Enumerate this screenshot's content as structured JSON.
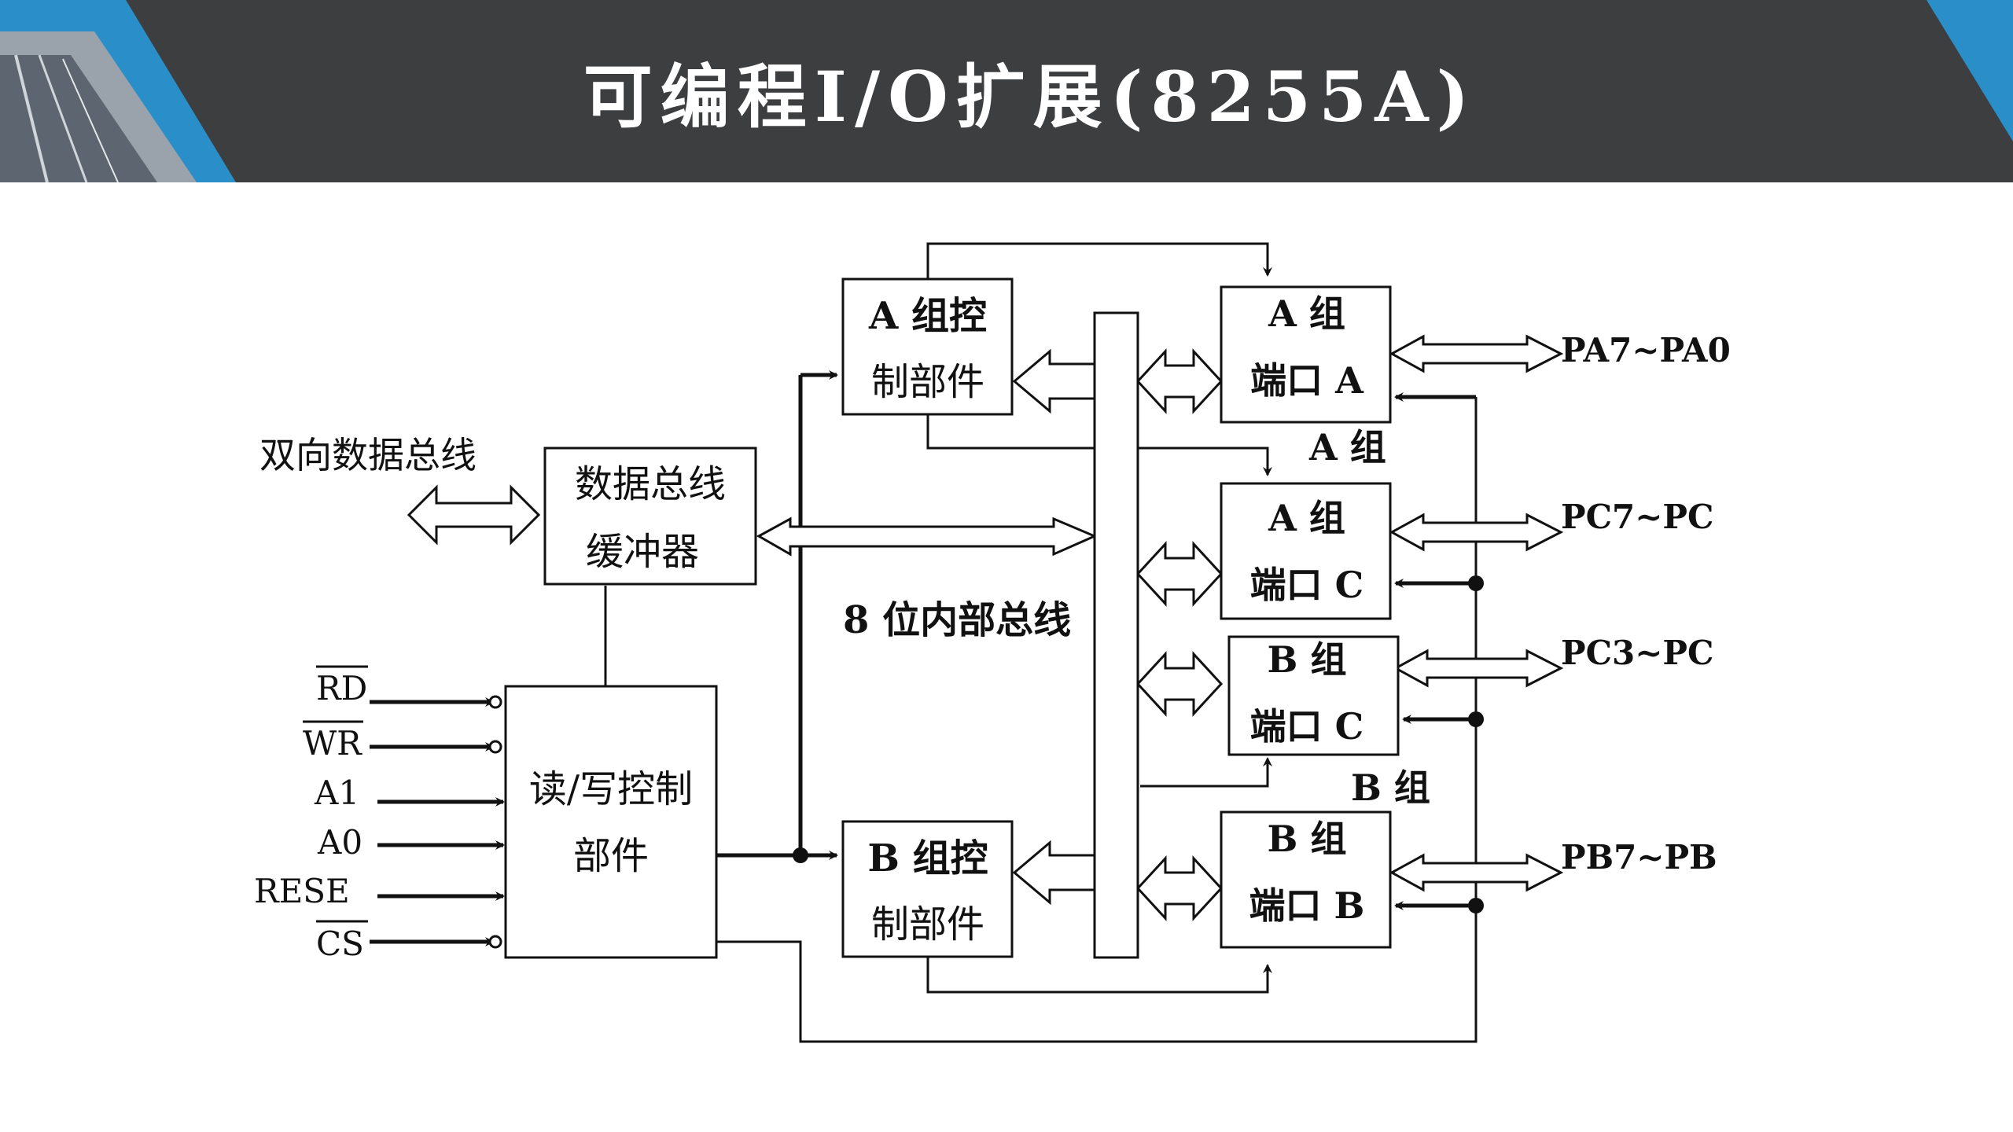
{
  "slide": {
    "title": "可编程I/O扩展(8255A)"
  },
  "colors": {
    "header_bg": "#3d3e40",
    "accent_blue": "#2a8fc9",
    "title_text": "#ffffff",
    "diagram_line": "#111111"
  },
  "diagram": {
    "bidirectional_bus_label": "双向数据总线",
    "buffer": {
      "line1": "数据总线",
      "line2": "缓冲器"
    },
    "rw_control": {
      "line1": "读/写控制",
      "line2": "部件"
    },
    "group_a_control": {
      "line1": "A 组控",
      "line2": "制部件"
    },
    "group_b_control": {
      "line1": "B 组控",
      "line2": "制部件"
    },
    "internal_bus_label": "8 位内部总线",
    "port_a": {
      "line1": "A 组",
      "line2": "端口 A"
    },
    "port_c_upper": {
      "line1": "A 组",
      "line2": "端口 C"
    },
    "port_c_lower": {
      "line1": "B 组",
      "line2": "端口 C"
    },
    "port_b": {
      "line1": "B 组",
      "line2": "端口 B"
    },
    "group_a_label": "A 组",
    "group_b_label": "B 组",
    "outputs": {
      "pa": "PA7~PA0",
      "pc_upper": "PC7~PC",
      "pc_lower": "PC3~PC",
      "pb": "PB7~PB"
    },
    "inputs": {
      "rd": "RD",
      "wr": "WR",
      "a1": "A1",
      "a0": "A0",
      "reset": "RESE",
      "cs": "CS"
    }
  }
}
